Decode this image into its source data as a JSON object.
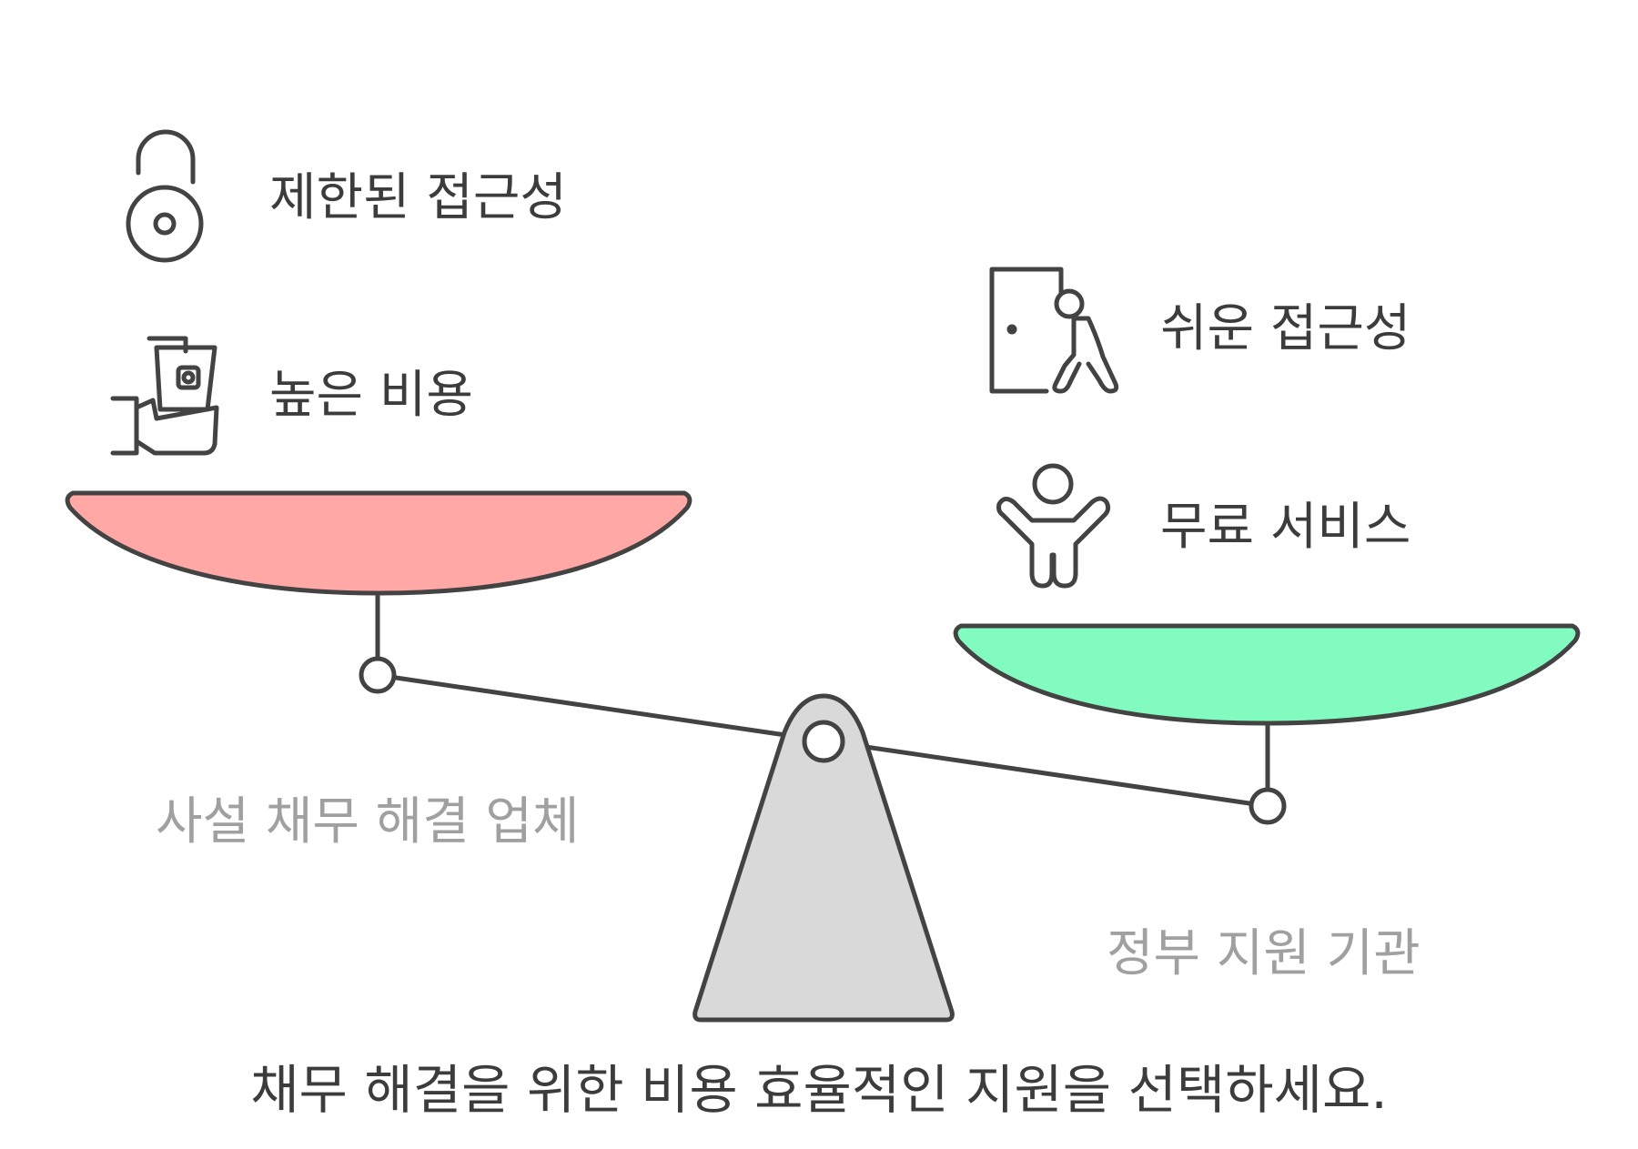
{
  "left_side": {
    "name": "사설 채무 해결 업체",
    "pan_color": "#ffa8a5",
    "items": [
      {
        "icon": "unlocked-padlock-icon",
        "label": "제한된 접근성"
      },
      {
        "icon": "hand-holding-money-icon",
        "label": "높은 비용"
      }
    ]
  },
  "right_side": {
    "name": "정부 지원 기관",
    "pan_color": "#82fbc0",
    "items": [
      {
        "icon": "person-walking-through-door-icon",
        "label": "쉬운 접근성"
      },
      {
        "icon": "cheering-person-icon",
        "label": "무료 서비스"
      }
    ]
  },
  "fulcrum_color": "#d9d9d9",
  "caption": "채무 해결을 위한 비용 효율적인 지원을 선택하세요."
}
